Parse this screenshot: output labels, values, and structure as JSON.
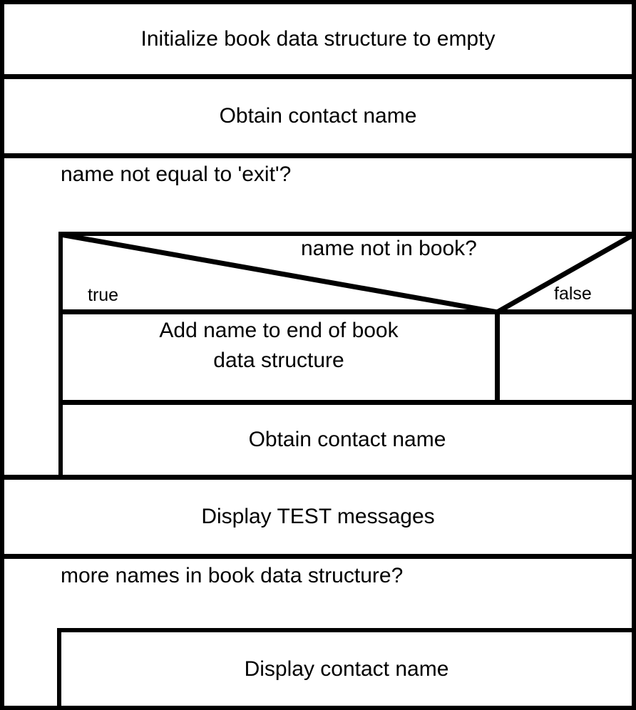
{
  "diagram": {
    "type": "nassi-shneiderman-structogram",
    "colors": {
      "line": "#000000",
      "background": "#ffffff"
    },
    "blocks": {
      "initialize": "Initialize book data structure to empty",
      "obtain_first": "Obtain contact name",
      "while_input": {
        "condition": "name not equal to 'exit'?"
      },
      "if_name": {
        "condition": "name not in book?",
        "true_label": "true",
        "false_label": "false",
        "true_branch_lines": [
          "Add name to end of book",
          "data structure"
        ],
        "false_branch": ""
      },
      "obtain_inner": "Obtain contact name",
      "display_test": "Display TEST messages",
      "while_output": {
        "condition": "more names in book data structure?"
      },
      "display_contact": "Display contact name"
    }
  }
}
